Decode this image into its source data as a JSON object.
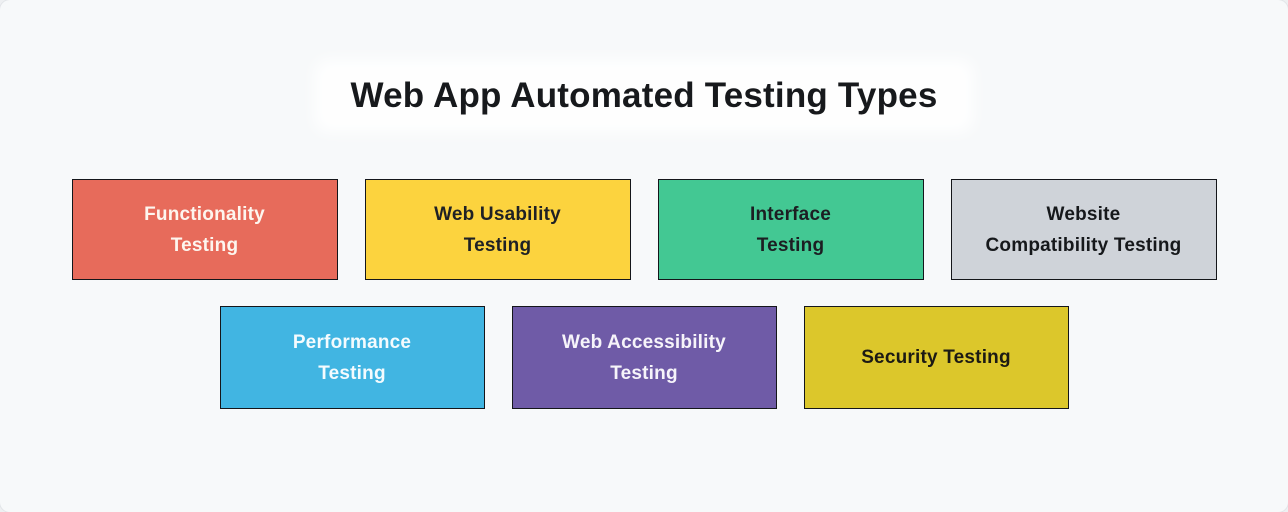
{
  "title": "Web App Automated Testing Types",
  "background_color": "#f7f9fa",
  "border_color": "#14161a",
  "rows": [
    {
      "items": [
        {
          "label": "Functionality\nTesting",
          "bg": "#e76b5b",
          "text_color": "#fdf6ef"
        },
        {
          "label": "Web Usability\nTesting",
          "bg": "#fcd33e",
          "text_color": "#1f2125"
        },
        {
          "label": "Interface\nTesting",
          "bg": "#43c893",
          "text_color": "#1c1e22"
        },
        {
          "label": "Website\nCompatibility Testing",
          "bg": "#cfd3d9",
          "text_color": "#16181b"
        }
      ]
    },
    {
      "items": [
        {
          "label": "Performance\nTesting",
          "bg": "#41b5e2",
          "text_color": "#f4fbfe"
        },
        {
          "label": "Web Accessibility\nTesting",
          "bg": "#6f5ba7",
          "text_color": "#f6f4fa"
        },
        {
          "label": "Security Testing",
          "bg": "#dcc72b",
          "text_color": "#1c1a14"
        }
      ]
    }
  ]
}
